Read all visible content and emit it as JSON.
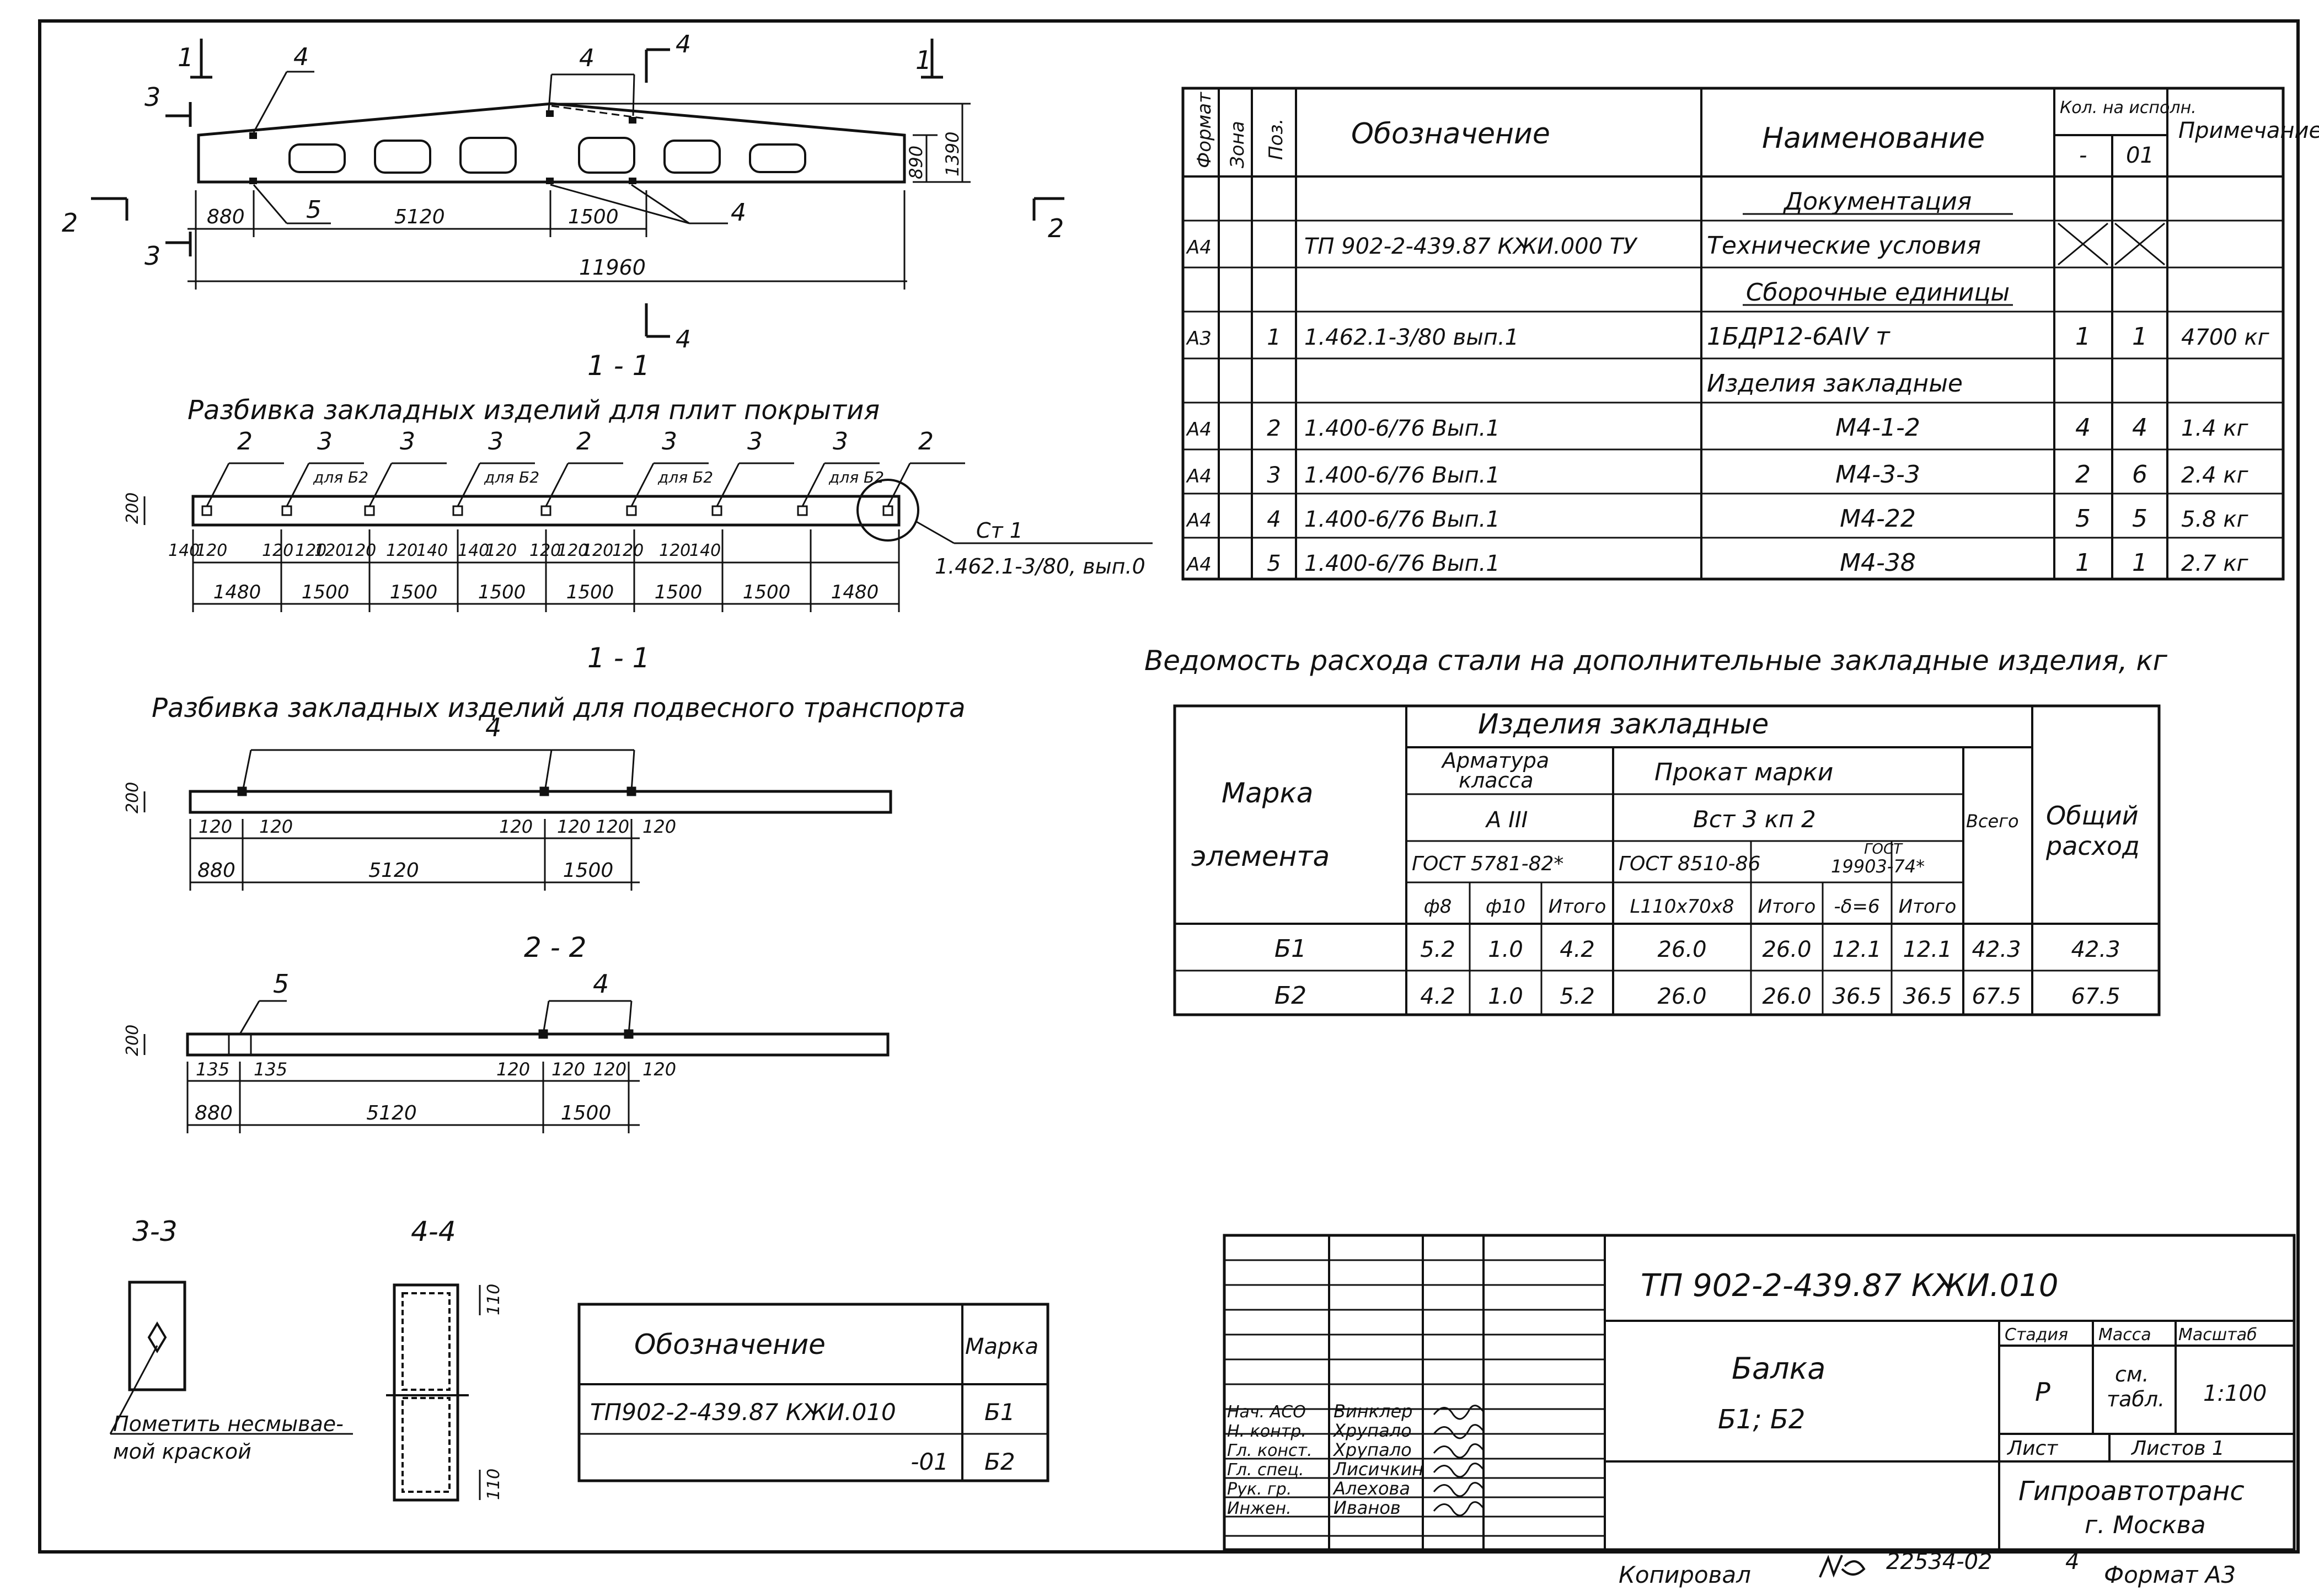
{
  "elevation": {
    "cut1": "1",
    "cut2": "2",
    "cut3": "3",
    "cut4": "4",
    "item4": "4",
    "item5": "5",
    "dim_880": "880",
    "dim_5120": "5120",
    "dim_1500": "1500",
    "dim_11960": "11960",
    "dim_890": "890",
    "dim_1390": "1390"
  },
  "section_roof": {
    "title": "1 - 1",
    "subtitle": "Разбивка закладных изделий для плит покрытия",
    "markers": [
      {
        "num": "2",
        "note": ""
      },
      {
        "num": "3",
        "note": "для Б2"
      },
      {
        "num": "3",
        "note": ""
      },
      {
        "num": "3",
        "note": "для Б2"
      },
      {
        "num": "2",
        "note": ""
      },
      {
        "num": "3",
        "note": "для Б2"
      },
      {
        "num": "3",
        "note": ""
      },
      {
        "num": "3",
        "note": "для Б2"
      },
      {
        "num": "2",
        "note": ""
      }
    ],
    "height": "200",
    "small_dims": [
      "140",
      "120",
      "120",
      "120",
      "120",
      "120",
      "120",
      "140",
      "140",
      "120",
      "120",
      "120",
      "120",
      "120",
      "120",
      "140"
    ],
    "spans": [
      "1480",
      "1500",
      "1500",
      "1500",
      "1500",
      "1500",
      "1500",
      "1480"
    ],
    "callout_num": "Ст 1",
    "callout_ref": "1.462.1-3/80, вып.0"
  },
  "section_transport": {
    "title": "1 - 1",
    "subtitle": "Разбивка закладных изделий для подвесного транспорта",
    "item": "4",
    "height": "200",
    "small_dims": [
      "120",
      "120",
      "120",
      "120",
      "120",
      "120"
    ],
    "spans": [
      "880",
      "5120",
      "1500"
    ]
  },
  "section_22": {
    "title": "2 - 2",
    "item_left": "5",
    "item_right": "4",
    "height": "200",
    "small_dims": [
      "135",
      "135",
      "120",
      "120",
      "120",
      "120"
    ],
    "spans": [
      "880",
      "5120",
      "1500"
    ]
  },
  "section_33": {
    "title": "3-3",
    "note": "Пометить несмываемой краской",
    "note_line1": "Пометить несмывае-",
    "note_line2": "мой краской"
  },
  "section_44": {
    "title": "4-4",
    "dim_top": "110",
    "dim_bottom": "110"
  },
  "spec_table": {
    "headers": {
      "format": "Формат",
      "zone": "Зона",
      "pos": "Поз.",
      "designation": "Обозначение",
      "name": "Наименование",
      "qty": "Кол. на исполн.",
      "qty_a": "-",
      "qty_b": "01",
      "note": "Примечание"
    },
    "rows": [
      {
        "format": "",
        "pos": "",
        "designation": "",
        "name": "Документация",
        "q1": "",
        "q2": "",
        "note": "",
        "heading": true
      },
      {
        "format": "А4",
        "pos": "",
        "designation": "ТП 902-2-439.87 КЖИ.000 ТУ",
        "name": "Технические условия",
        "q1": "X",
        "q2": "X",
        "note": "",
        "heading": false
      },
      {
        "format": "",
        "pos": "",
        "designation": "",
        "name": "Сборочные единицы",
        "q1": "",
        "q2": "",
        "note": "",
        "heading": true
      },
      {
        "format": "А3",
        "pos": "1",
        "designation": "1.462.1-3/80 вып.1",
        "name": "1БДР12-6АIV т",
        "q1": "1",
        "q2": "1",
        "note": "4700 кг",
        "heading": false
      },
      {
        "format": "",
        "pos": "",
        "designation": "",
        "name": "Изделия закладные",
        "q1": "",
        "q2": "",
        "note": "",
        "heading": false
      },
      {
        "format": "А4",
        "pos": "2",
        "designation": "1.400-6/76 Вып.1",
        "name": "М4-1-2",
        "q1": "4",
        "q2": "4",
        "note": "1.4 кг",
        "heading": false
      },
      {
        "format": "А4",
        "pos": "3",
        "designation": "1.400-6/76 Вып.1",
        "name": "М4-3-3",
        "q1": "2",
        "q2": "6",
        "note": "2.4 кг",
        "heading": false
      },
      {
        "format": "А4",
        "pos": "4",
        "designation": "1.400-6/76 Вып.1",
        "name": "М4-22",
        "q1": "5",
        "q2": "5",
        "note": "5.8 кг",
        "heading": false
      },
      {
        "format": "А4",
        "pos": "5",
        "designation": "1.400-6/76 Вып.1",
        "name": "М4-38",
        "q1": "1",
        "q2": "1",
        "note": "2.7 кг",
        "heading": false
      }
    ]
  },
  "steel_table": {
    "title": "Ведомость расхода стали на дополнительные закладные изделия, кг",
    "h_mark": "Марка элемента",
    "h_mark_1": "Марка",
    "h_mark_2": "элемента",
    "h_items": "Изделия закладные",
    "h_rebar": "Арматура класса",
    "h_rebar_1": "Арматура",
    "h_rebar_2": "класса",
    "h_rebar_cls": "А III",
    "h_rebar_gost": "ГОСТ 5781-82*",
    "h_rolled": "Прокат марки",
    "h_rolled_grade": "Вст 3 кп 2",
    "h_gost1": "ГОСТ 8510-86",
    "h_gost2_a": "ГОСТ",
    "h_gost2_b": "19903-74*",
    "h_total": "Всего",
    "h_overall": "Общий расход",
    "h_overall_1": "Общий",
    "h_overall_2": "расход",
    "cols": [
      "ф8",
      "ф10",
      "Итого",
      "L110x70x8",
      "Итого",
      "-δ=6",
      "Итого"
    ],
    "rows": [
      {
        "mark": "Б1",
        "v": [
          "5.2",
          "1.0",
          "4.2",
          "26.0",
          "26.0",
          "12.1",
          "12.1",
          "42.3",
          "42.3"
        ]
      },
      {
        "mark": "Б2",
        "v": [
          "4.2",
          "1.0",
          "5.2",
          "26.0",
          "26.0",
          "36.5",
          "36.5",
          "67.5",
          "67.5"
        ]
      }
    ]
  },
  "marks_table": {
    "h_designation": "Обозначение",
    "h_mark": "Марка",
    "rows": [
      {
        "designation": "ТП902-2-439.87 КЖИ.010",
        "mark": "Б1"
      },
      {
        "designation": "-01",
        "mark": "Б2"
      }
    ]
  },
  "title_block": {
    "doc_code": "ТП 902-2-439.87 КЖИ.010",
    "item_name": "Балка",
    "item_marks": "Б1; Б2",
    "h_stage": "Стадия",
    "h_mass": "Масса",
    "h_scale": "Масштаб",
    "stage": "Р",
    "mass": "см. табл.",
    "mass_1": "см.",
    "mass_2": "табл.",
    "scale": "1:100",
    "h_sheet": "Лист",
    "h_sheets": "Листов 1",
    "org": "Гипроавтотранс",
    "city": "г. Москва",
    "people": [
      {
        "role": "Нач. АСО",
        "name": "Винклер"
      },
      {
        "role": "Н. контр.",
        "name": "Хрупало"
      },
      {
        "role": "Гл. конст.",
        "name": "Хрупало"
      },
      {
        "role": "Гл. спец.",
        "name": "Лисичкин"
      },
      {
        "role": "Рук. гр.",
        "name": "Алехова"
      },
      {
        "role": "Инжен.",
        "name": "Иванов"
      }
    ]
  },
  "footer": {
    "copied": "Копировал",
    "number": "22534-02",
    "sheet": "4",
    "format": "Формат А3"
  }
}
